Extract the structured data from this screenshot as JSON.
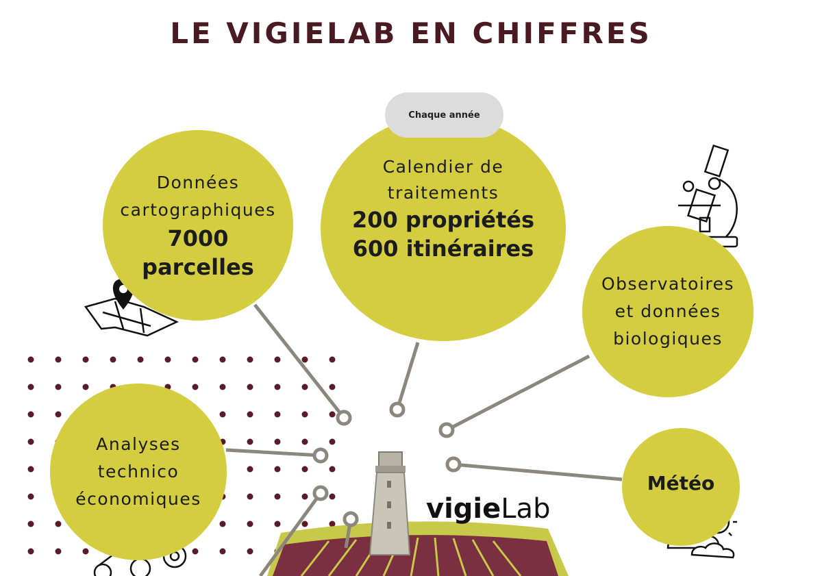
{
  "title": "LE VIGIELAB EN CHIFFRES",
  "frequency_pill": "Chaque année",
  "bubbles": {
    "cartography": {
      "label_line1": "Données",
      "label_line2": "cartographiques",
      "value_line1": "7000",
      "value_line2": "parcelles"
    },
    "calendar": {
      "label_line1": "Calendier de",
      "label_line2": "traitements",
      "value_line1": "200 propriétés",
      "value_line2": "600 itinéraires"
    },
    "observatories": {
      "line1": "Observatoires",
      "line2": "et données",
      "line3": "biologiques"
    },
    "analyses": {
      "line1": "Analyses",
      "line2": "technico",
      "line3": "économiques"
    },
    "weather": {
      "label": "Météo"
    }
  },
  "brand": {
    "bold": "vigie",
    "regular": "Lab"
  },
  "colors": {
    "bubble": "#d3cd3f",
    "title": "#4a1a22",
    "dots": "#5a1a28",
    "connector": "#8c877c",
    "pill": "#dcdcdc"
  },
  "icons": [
    "map-pin-icon",
    "sprayer-tractor-icon",
    "microscope-icon",
    "growth-gears-icon",
    "sun-cloud-icon",
    "tower-icon"
  ]
}
